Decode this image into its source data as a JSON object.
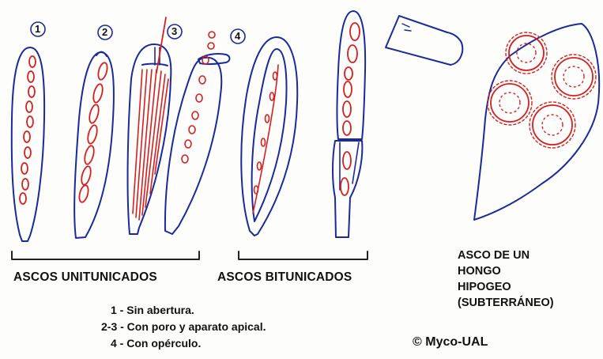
{
  "numbers": [
    "1",
    "2",
    "3",
    "4"
  ],
  "group_labels": {
    "unitunicate": "ASCOS UNITUNICADOS",
    "bitunicate": "ASCOS BITUNICADOS"
  },
  "hypogeous_label": [
    "ASCO DE UN",
    "HONGO",
    "HIPOGEO",
    "(SUBTERRÁNEO)"
  ],
  "legend": [
    "1 - Sin abertura.",
    "2-3 - Con poro y aparato apical.",
    "4 - Con opérculo."
  ],
  "copyright": "© Myco-UAL",
  "colors": {
    "outline": "#1a2a9c",
    "spores": "#d42020",
    "bracket": "#222222"
  }
}
